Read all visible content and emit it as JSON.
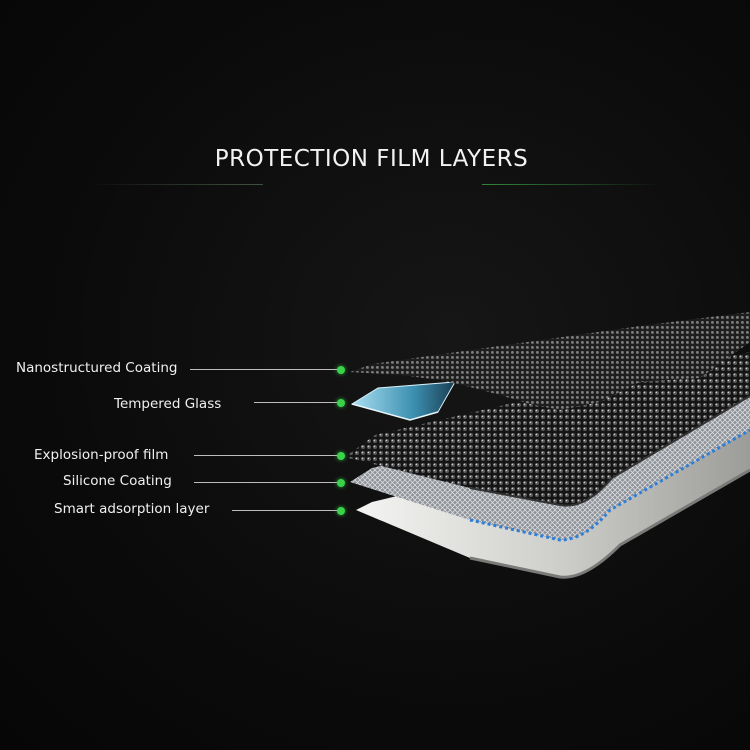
{
  "title": "PROTECTION FILM LAYERS",
  "layers": [
    {
      "label": "Nanostructured Coating"
    },
    {
      "label": "Tempered Glass"
    },
    {
      "label": "Explosion-proof film"
    },
    {
      "label": "Silicone Coating"
    },
    {
      "label": "Smart adsorption layer"
    }
  ],
  "colors": {
    "background": "#0b0b0b",
    "accent_dot": "#39d24a",
    "text": "#f0f0f0",
    "blue_edge": "#2f7fd6"
  }
}
